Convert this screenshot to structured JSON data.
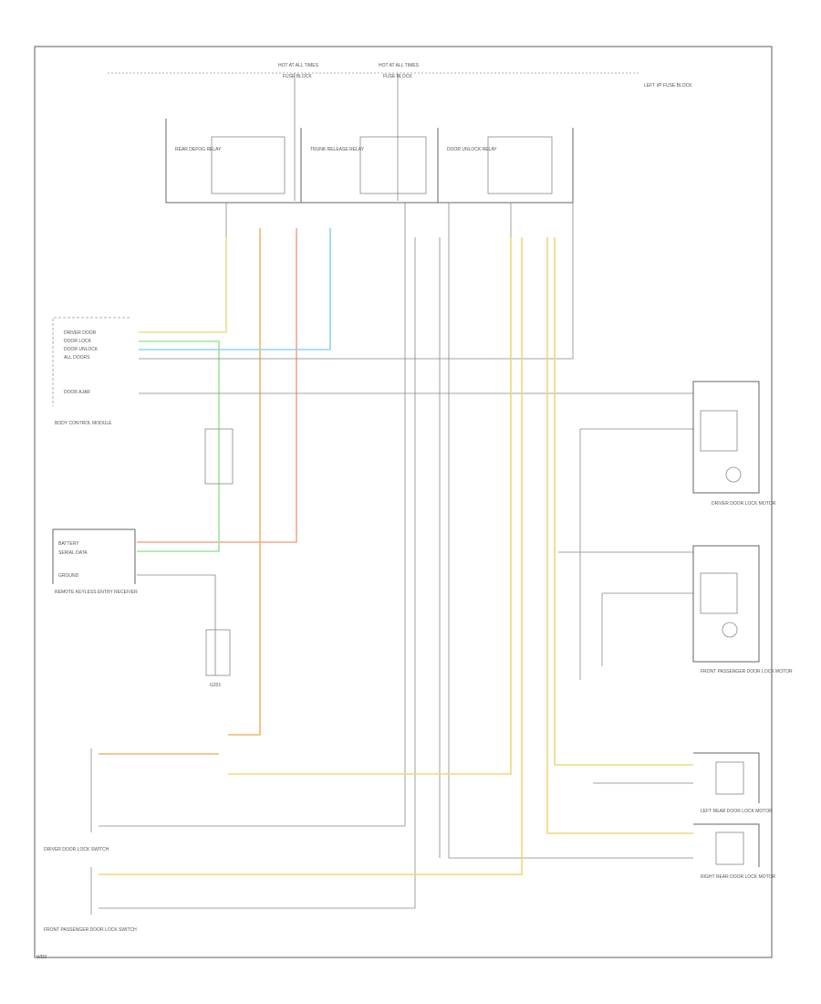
{
  "diagram": {
    "footer_code": "WD0",
    "top_fuses": [
      {
        "label": "HOT AT ALL TIMES",
        "sub": "FUSE BLOCK"
      },
      {
        "label": "HOT AT ALL TIMES",
        "sub": "FUSE BLOCK"
      }
    ],
    "top_note": "LEFT I/P FUSE BLOCK",
    "relays": [
      {
        "label": "REAR DEFOG RELAY"
      },
      {
        "label": "TRUNK RELEASE RELAY"
      },
      {
        "label": "DOOR UNLOCK RELAY"
      }
    ],
    "modules": {
      "body_control": "BODY CONTROL MODULE",
      "remote_keyless": "REMOTE KEYLESS ENTRY RECEIVER"
    },
    "left_pins": [
      {
        "name": "DRIVER DOOR",
        "color": "TAN"
      },
      {
        "name": "DOOR LOCK",
        "color": "LT GRN"
      },
      {
        "name": "DOOR UNLOCK",
        "color": "LT BLU"
      },
      {
        "name": "ALL DOORS",
        "color": "GRY"
      },
      {
        "name": "DOOR AJAR",
        "color": "GRY"
      }
    ],
    "rke_pins": [
      {
        "name": "BATTERY",
        "color": "ORN"
      },
      {
        "name": "SERIAL DATA",
        "color": "LT GRN"
      },
      {
        "name": "GROUND",
        "color": "BLK"
      }
    ],
    "motors": [
      {
        "label": "DRIVER DOOR LOCK MOTOR"
      },
      {
        "label": "FRONT PASSENGER DOOR LOCK MOTOR"
      },
      {
        "label": "LEFT REAR DOOR LOCK MOTOR"
      },
      {
        "label": "RIGHT REAR DOOR LOCK MOTOR"
      }
    ],
    "switches": [
      {
        "label": "DRIVER DOOR LOCK SWITCH"
      },
      {
        "label": "FRONT PASSENGER DOOR LOCK SWITCH"
      }
    ],
    "ground_label": "G201",
    "colors": {
      "orange": "#f2a65a",
      "yellow": "#e8c53a",
      "light_green": "#8fe08f",
      "light_blue": "#8fd6e8",
      "gray": "#b8b8b8",
      "frame": "#777777"
    }
  }
}
